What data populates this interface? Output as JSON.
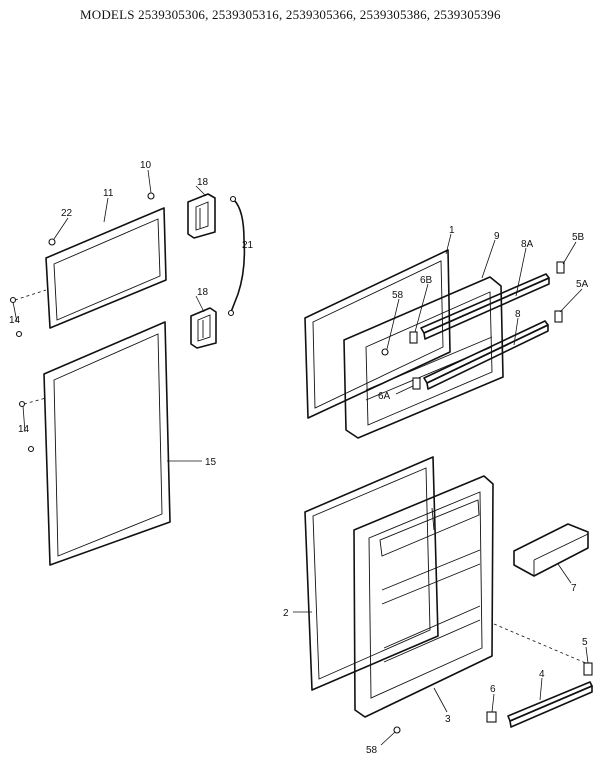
{
  "header": {
    "title": "MODELS 2539305306, 2539305316, 2539305366, 2539305386, 2539305396"
  },
  "callouts": {
    "c10": "10",
    "c11": "11",
    "c22": "22",
    "c18a": "18",
    "c18b": "18",
    "c21": "21",
    "c14a": "14",
    "c14b": "14",
    "c15": "15",
    "c1": "1",
    "c9": "9",
    "c8A": "8A",
    "c5B": "5B",
    "c6B": "6B",
    "c58a": "58",
    "c5A": "5A",
    "c8": "8",
    "c6A": "6A",
    "c2": "2",
    "c7": "7",
    "c5": "5",
    "c4": "4",
    "c6": "6",
    "c3": "3",
    "c58b": "58"
  }
}
